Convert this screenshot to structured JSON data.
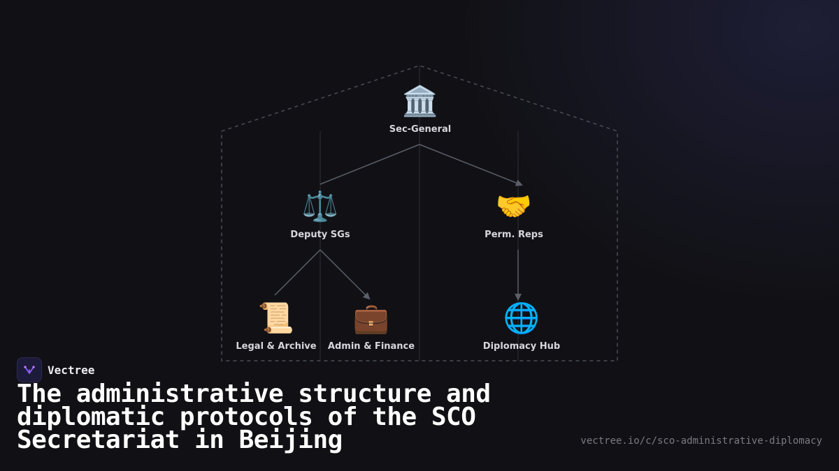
{
  "brand": {
    "name": "Vectree",
    "logo_icon": "tree-logo-icon",
    "accent": "#8b5cf6"
  },
  "headline": "The administrative structure and diplomatic protocols of the SCO Secretariat in Beijing",
  "url": "vectree.io/c/sco-administrative-diplomacy",
  "diagram": {
    "nodes": [
      {
        "id": "sec-general",
        "label": "Sec-General",
        "icon": "🏛️",
        "icon_name": "government-building-icon"
      },
      {
        "id": "deputy-sgs",
        "label": "Deputy SGs",
        "icon": "⚖️",
        "icon_name": "scales-icon"
      },
      {
        "id": "perm-reps",
        "label": "Perm. Reps",
        "icon": "🤝",
        "icon_name": "handshake-icon"
      },
      {
        "id": "legal-archive",
        "label": "Legal & Archive",
        "icon": "📜",
        "icon_name": "scroll-icon"
      },
      {
        "id": "admin-finance",
        "label": "Admin & Finance",
        "icon": "💼",
        "icon_name": "briefcase-icon"
      },
      {
        "id": "diplomacy-hub",
        "label": "Diplomacy Hub",
        "icon": "🌐",
        "icon_name": "globe-icon"
      }
    ],
    "edges": [
      {
        "from": "sec-general",
        "to": "deputy-sgs"
      },
      {
        "from": "sec-general",
        "to": "perm-reps"
      },
      {
        "from": "deputy-sgs",
        "to": "legal-archive"
      },
      {
        "from": "deputy-sgs",
        "to": "admin-finance"
      },
      {
        "from": "perm-reps",
        "to": "diplomacy-hub"
      }
    ],
    "colors": {
      "line": "#5a5f6a",
      "frame": "#4a4d58",
      "guide": "#2e3038"
    }
  }
}
